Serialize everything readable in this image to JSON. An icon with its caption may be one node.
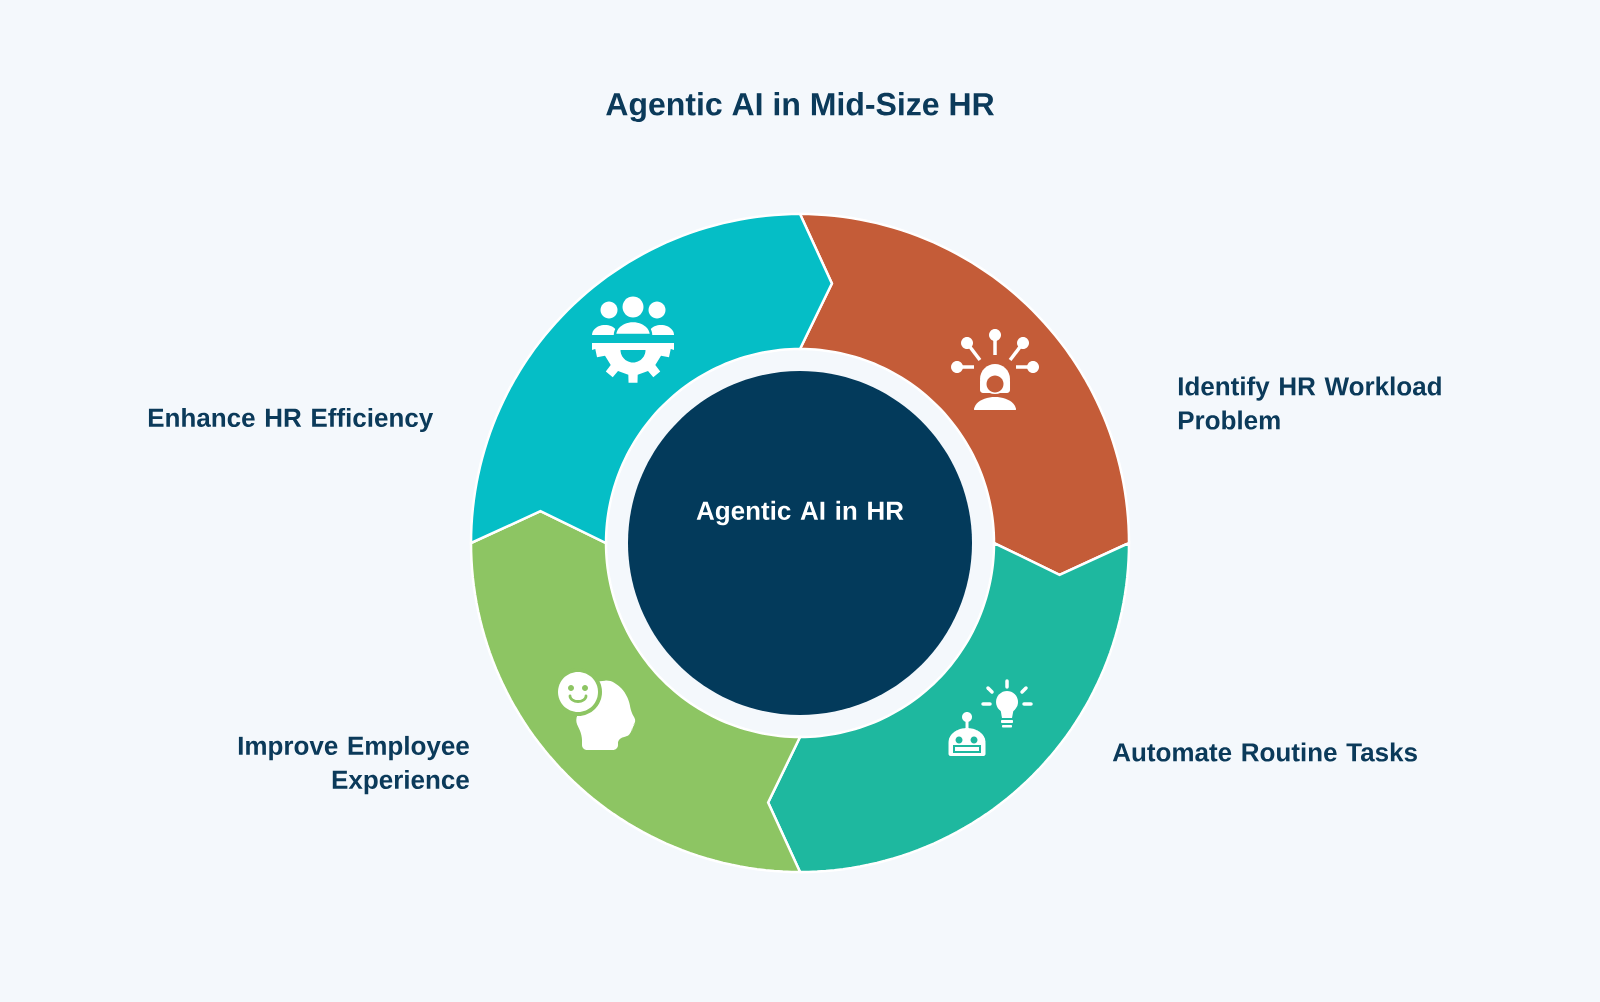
{
  "diagram": {
    "title": "Agentic AI in Mid-Size HR",
    "nodes": [
      {
        "text": [
          "Agentic AI in HR"
        ]
      },
      {
        "text": [
          "Identify HR Workload Problem"
        ]
      },
      {
        "text": [
          "Automate Routine Tasks"
        ]
      },
      {
        "text": [
          "Improve Employee Experience"
        ]
      },
      {
        "text": [
          "Enhance HR Efficiency"
        ]
      }
    ]
  }
}
